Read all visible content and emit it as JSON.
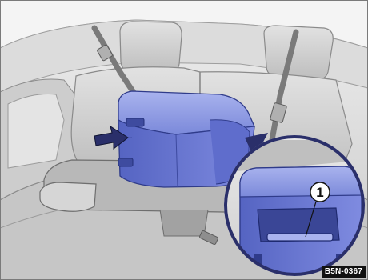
{
  "figure": {
    "code": "B5N-0367",
    "callouts": [
      {
        "number": "1",
        "target": "armrest-release-handle"
      }
    ]
  },
  "colors": {
    "armrest_blue": "#6f7fd4",
    "armrest_blue_dark": "#3f4fa8",
    "interior_gray": "#d4d4d4",
    "interior_shadow": "#9a9a9a",
    "arrow_dark": "#2a2f6a"
  },
  "icons": {
    "push-direction": "arrow-right-icon"
  }
}
